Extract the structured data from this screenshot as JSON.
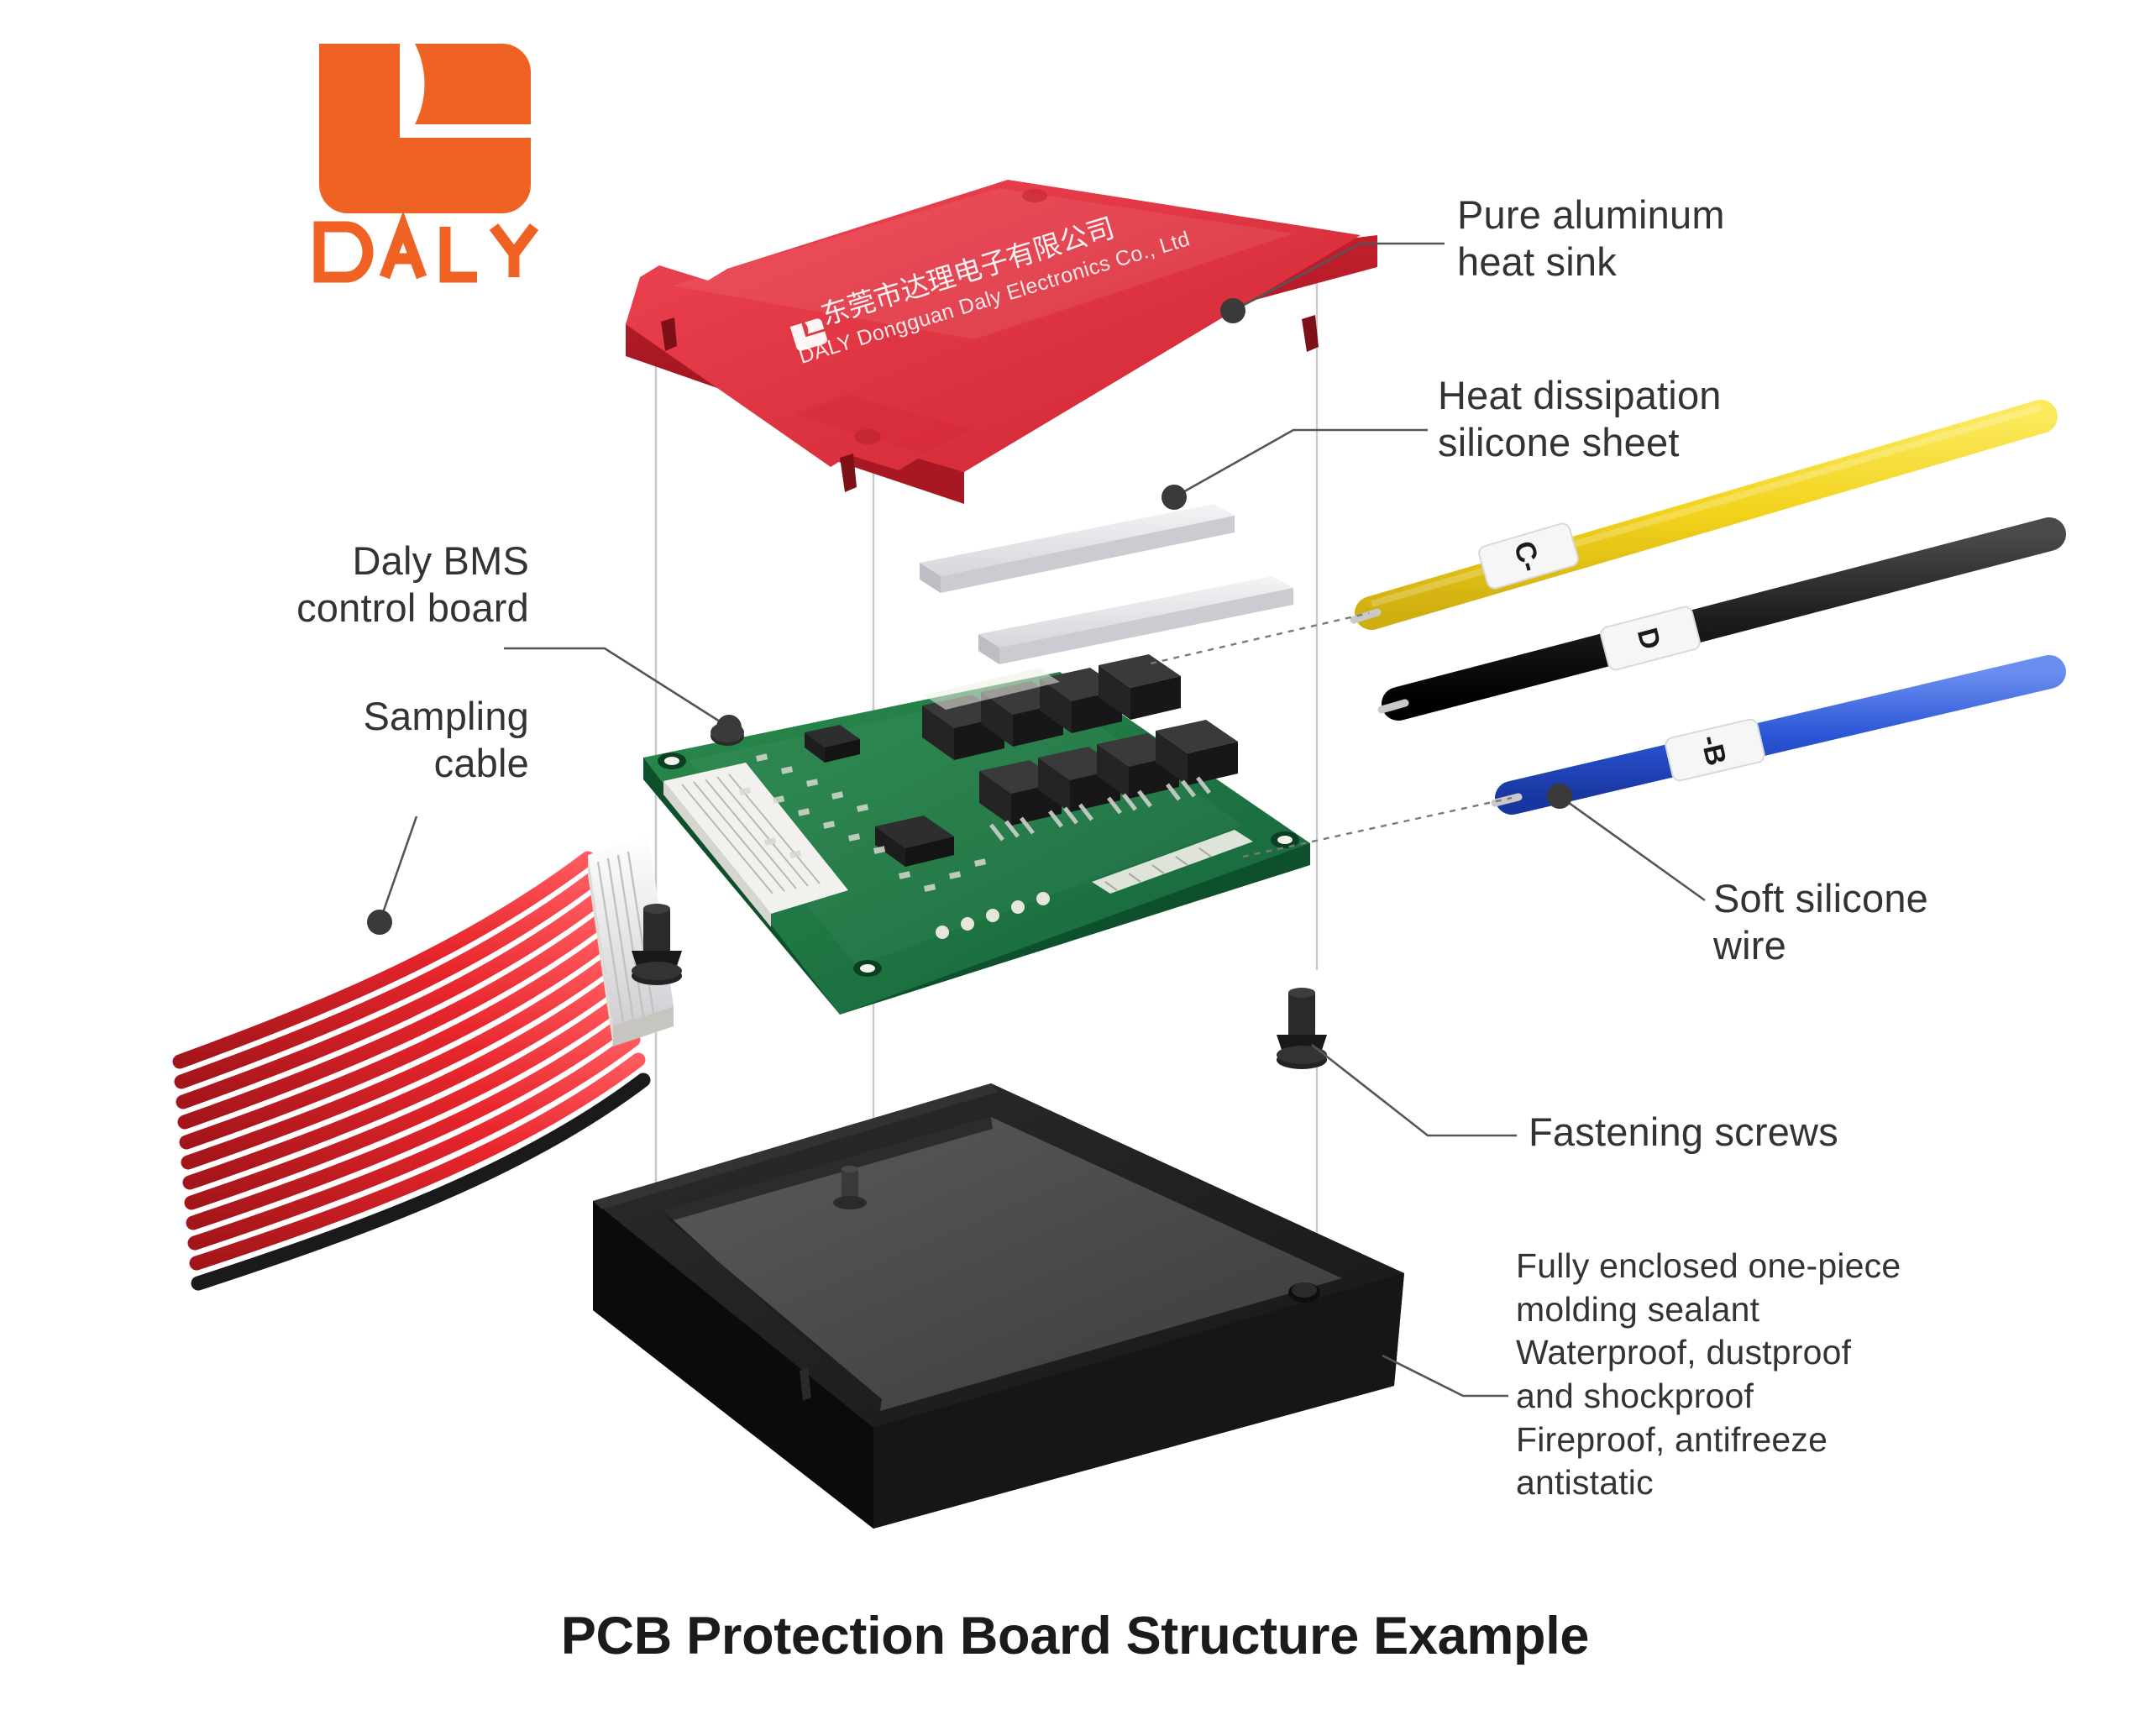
{
  "brand": {
    "logo_name": "daly-logo",
    "wordmark": "DALY",
    "logo_color": "#ef6223"
  },
  "title": "PCB Protection Board Structure Example",
  "callouts": {
    "heat_sink": "Pure aluminum\nheat sink",
    "silicone_sheet": "Heat dissipation\nsilicone sheet",
    "soft_wire": "Soft silicone\nwire",
    "fastening_screws": "Fastening screws",
    "molding": "Fully enclosed one-piece\nmolding sealant\nWaterproof, dustproof\nand shockproof\nFireproof, antifreeze\nantistatic",
    "control_board": "Daly BMS\ncontrol board",
    "sampling_cable": "Sampling\ncable"
  },
  "heatsink_print": {
    "chinese": "东莞市达理电子有限公司",
    "english": "DALY Dongguan Daly Electronics Co., Ltd"
  },
  "wires": [
    {
      "name": "yellow-wire",
      "marker": "C-",
      "color": "#f2d21a"
    },
    {
      "name": "black-wire",
      "marker": "D",
      "color": "#202020"
    },
    {
      "name": "blue-wire",
      "marker": "-B",
      "color": "#2b56d6"
    }
  ],
  "colors": {
    "heat_sink_red": "#e0303f",
    "pcb_green": "#1d7a42",
    "enclosure_black": "#1e1e1e",
    "enclosure_inner": "#4a4a4a",
    "sampling_cable_red": "#e8262c",
    "label_text": "#333333"
  },
  "parts": [
    "pure-aluminum-heat-sink",
    "heat-dissipation-silicone-sheet",
    "daly-bms-control-board",
    "sampling-cable",
    "soft-silicone-wire",
    "fastening-screws",
    "molding-sealant-enclosure"
  ]
}
